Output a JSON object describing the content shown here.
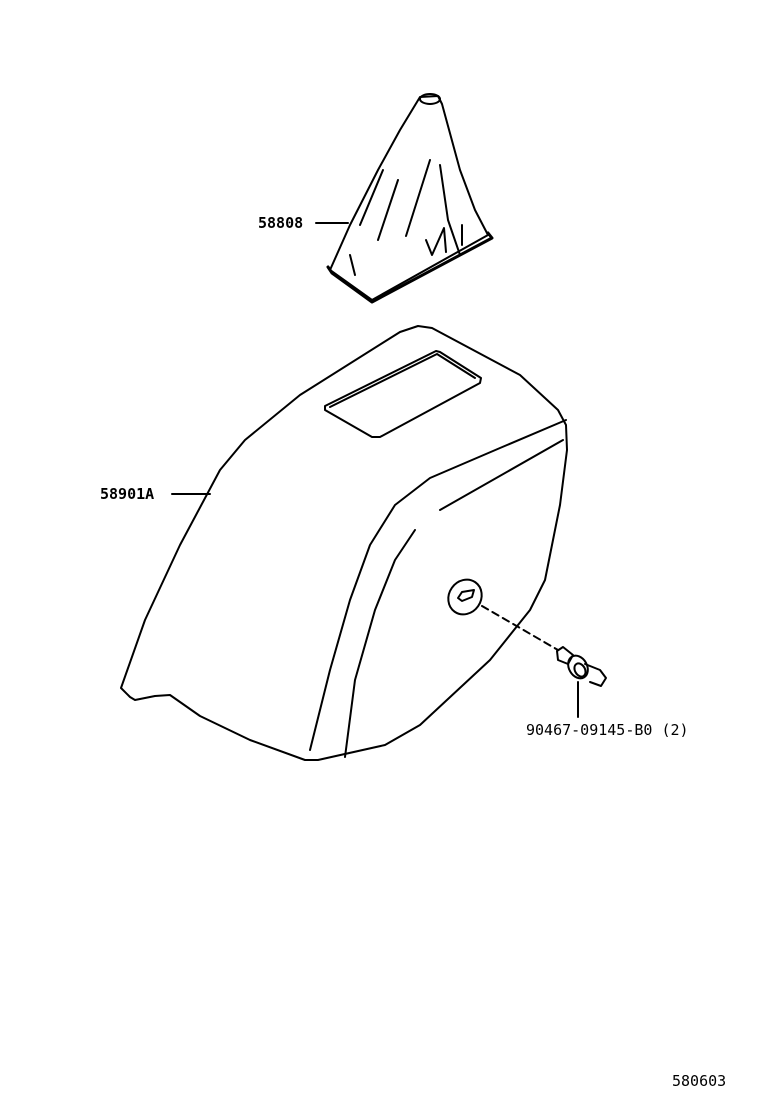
{
  "diagram": {
    "type": "exploded parts diagram",
    "colors": {
      "line": "#000000",
      "background": "#ffffff"
    },
    "parts": [
      {
        "id": "shift-boot",
        "part_number": "58808"
      },
      {
        "id": "console-box",
        "part_number": "58901A"
      },
      {
        "id": "clip",
        "part_number": "90467-09145-B0 (2)"
      }
    ],
    "figure_code": "580603"
  }
}
